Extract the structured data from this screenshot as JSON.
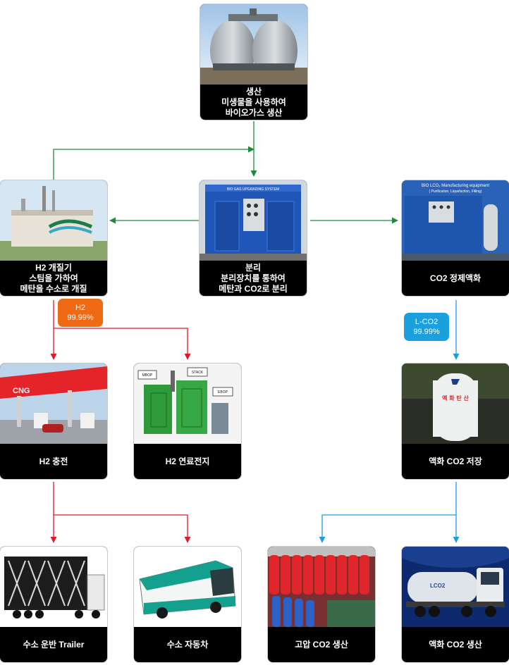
{
  "colors": {
    "green": "#1e8a3a",
    "red": "#e01b24",
    "blue": "#1aa0dc",
    "orange_badge": "#ef6a14",
    "blue_badge": "#1aa0dc"
  },
  "nodes": {
    "production": {
      "image": "biogas-digester-tanks",
      "lines": [
        "생산",
        "미생물을 사용하여",
        "바이오가스 생산"
      ]
    },
    "separation": {
      "image": "biogas-upgrading-unit",
      "image_text": "BIO GAS UPGRADING SYSTEM",
      "lines": [
        "분리",
        "분리장치를 통하여",
        "메탄과 CO2로 분리"
      ]
    },
    "reformer": {
      "image": "h2-reformer-plant",
      "lines": [
        "H2 개질기",
        "스팀을 가하여",
        "메탄을 수소로 개질"
      ]
    },
    "co2_purify": {
      "image": "co2-manufacturing-equipment",
      "image_text": [
        "BIO LCO₂ Manufacturing equipment",
        "( Purification, Liquefaction, Filling)"
      ],
      "lines": [
        "CO2 정제액화"
      ]
    },
    "h2_charging": {
      "image": "cng-gas-station",
      "image_text": "CNG",
      "lines": [
        "H2 충전"
      ]
    },
    "fuel_cell": {
      "image": "fuel-cell-system",
      "image_text": [
        "MBOP",
        "STACK",
        "EBOP"
      ],
      "lines": [
        "H2 연료전지"
      ]
    },
    "lco2_storage": {
      "image": "liquid-co2-tank",
      "image_text": "액 화 탄 산",
      "lines": [
        "액화 CO2 저장"
      ]
    },
    "h2_trailer": {
      "image": "tube-trailer-truck",
      "lines": [
        "수소 운반 Trailer"
      ]
    },
    "h2_vehicle": {
      "image": "hydrogen-bus",
      "lines": [
        "수소 자동차"
      ]
    },
    "hp_co2": {
      "image": "co2-cylinders",
      "lines": [
        "고압 CO2 생산"
      ]
    },
    "lco2_production": {
      "image": "lco2-tanker-truck",
      "image_text": "LCO2",
      "lines": [
        "액화 CO2 생산"
      ]
    }
  },
  "badges": {
    "h2": [
      "H2",
      "99.99%"
    ],
    "lco2": [
      "L-CO2",
      "99.99%"
    ]
  }
}
